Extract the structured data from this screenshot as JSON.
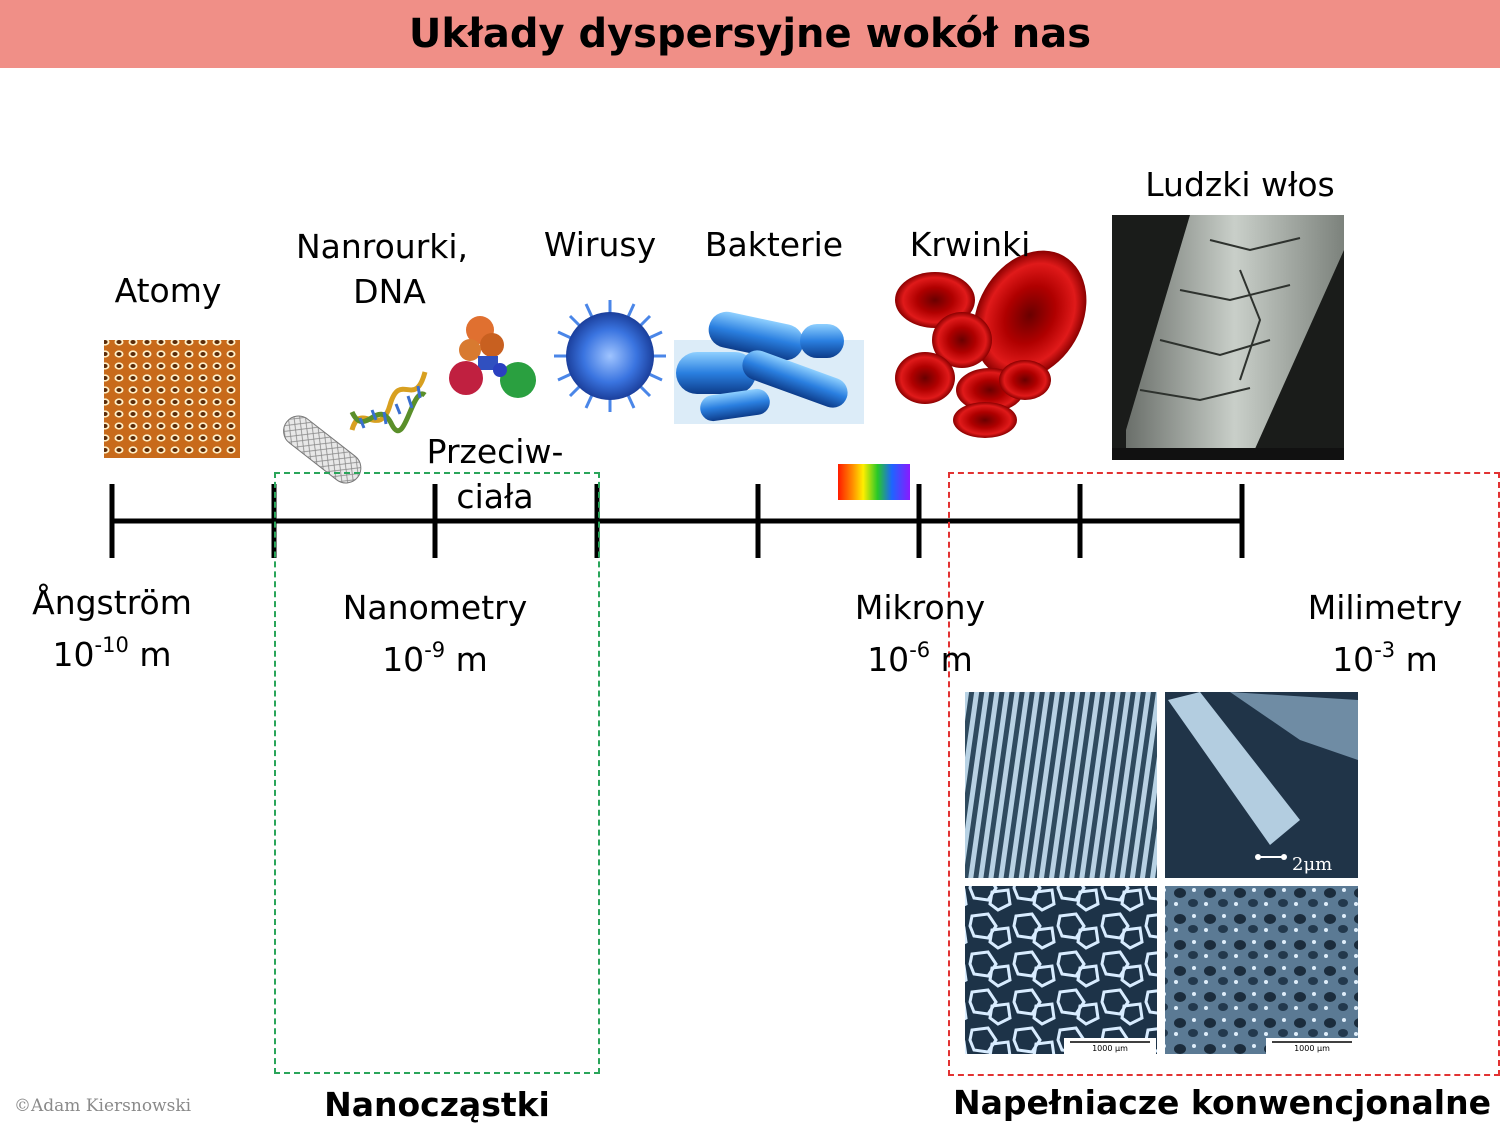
{
  "title": "Układy dyspersyjne wokół nas",
  "objects": {
    "atomy": "Atomy",
    "nanorurki_line1": "Nanrourki,",
    "nanorurki_line2": "DNA",
    "przeciwciala_line1": "Przeciw-",
    "przeciwciala_line2": "ciała",
    "wirusy": "Wirusy",
    "bakterie": "Bakterie",
    "krwinki": "Krwinki",
    "ludzki_wlos": "Ludzki włos"
  },
  "scale": {
    "angstrom": {
      "name": "Ångström",
      "base": "10",
      "exp": "-10",
      "unit": "m"
    },
    "nanometry": {
      "name": "Nanometry",
      "base": "10",
      "exp": "-9",
      "unit": "m"
    },
    "mikrony": {
      "name": "Mikrony",
      "base": "10",
      "exp": "-6",
      "unit": "m"
    },
    "milimetry": {
      "name": "Milimetry",
      "base": "10",
      "exp": "-3",
      "unit": "m"
    }
  },
  "groups": {
    "nano": "Nanocząstki",
    "conventional": "Napełniacze konwencjonalne"
  },
  "micrographs": {
    "scale_2um": "2μm",
    "scale_1000um": "1000 μm"
  },
  "copyright": "©Adam Kiersnowski",
  "colors": {
    "title_bg": "#f08f87",
    "nano_box": "#2aa55a",
    "conventional_box": "#e23232"
  }
}
